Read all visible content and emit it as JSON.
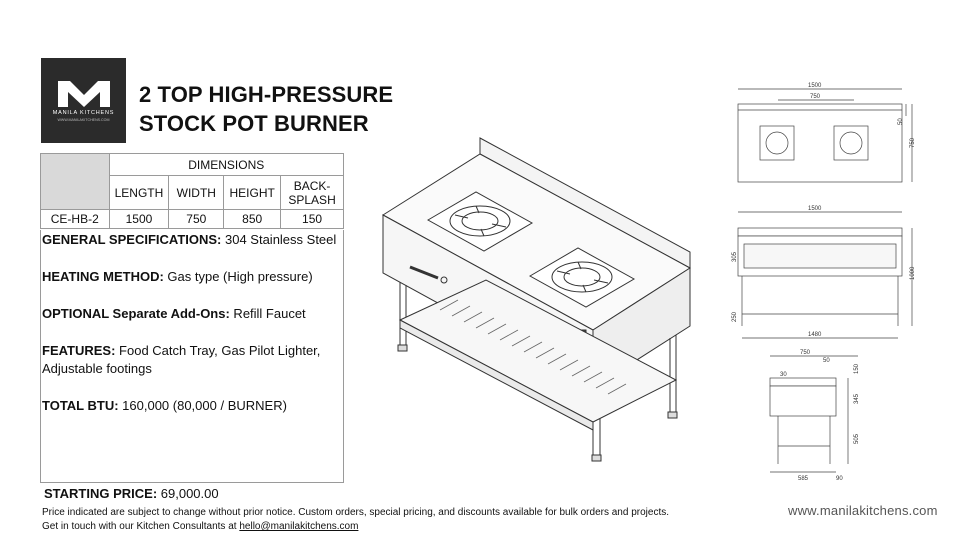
{
  "brand": {
    "name": "MANILA KITCHENS",
    "url": "WWW.MANILAKITCHENS.COM"
  },
  "title": {
    "line1": "2 TOP HIGH-PRESSURE",
    "line2": "STOCK POT BURNER"
  },
  "dimensions": {
    "group_label": "DIMENSIONS",
    "columns": [
      "LENGTH",
      "WIDTH",
      "HEIGHT",
      "BACK-",
      "SPLASH"
    ],
    "row": {
      "model": "CE-HB-2",
      "length": "1500",
      "width": "750",
      "height": "850",
      "backsplash": "150"
    }
  },
  "specs": {
    "general_label": "GENERAL SPECIFICATIONS:",
    "general_value": " 304 Stainless Steel",
    "heating_label": "HEATING METHOD:",
    "heating_value": " Gas type (High pressure)",
    "addons_label": "OPTIONAL Separate Add-Ons:",
    "addons_value": " Refill Faucet",
    "features_label": "FEATURES:",
    "features_value": " Food Catch Tray, Gas Pilot Lighter, Adjustable footings",
    "btu_label": "TOTAL BTU:",
    "btu_value": " 160,000 (80,000 / BURNER)"
  },
  "price": {
    "label": "STARTING PRICE:",
    "value": " 69,000.00"
  },
  "note": {
    "line1": "Price indicated are subject to change without prior notice. Custom orders, special pricing, and discounts available for bulk orders and projects.",
    "line2": "Get in touch with our Kitchen Consultants at ",
    "email": "hello@manilakitchens.com"
  },
  "website": "www.manilakitchens.com",
  "drawing_labels": {
    "top_1500": "1500",
    "top_750": "750",
    "top_50": "50",
    "top_750_side": "750",
    "front_1500": "1500",
    "front_305": "305",
    "front_1000": "1000",
    "front_250": "250",
    "front_1480": "1480",
    "side_750": "750",
    "side_50": "50",
    "side_30": "30",
    "side_150": "150",
    "side_345": "345",
    "side_505": "505",
    "side_585": "585",
    "side_90": "90"
  }
}
